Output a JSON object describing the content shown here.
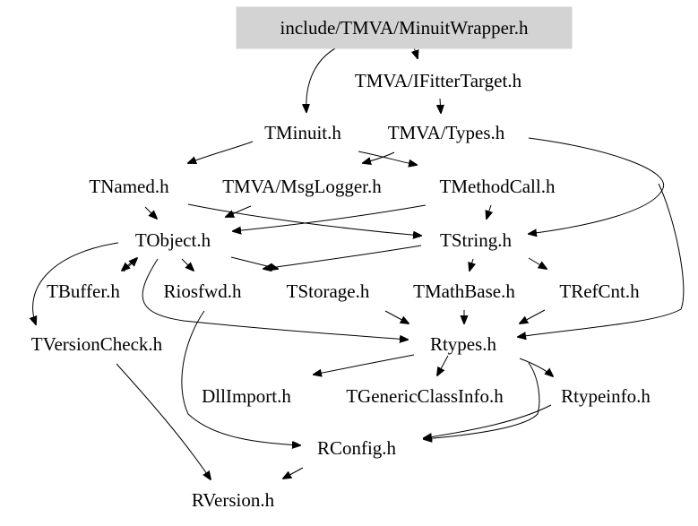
{
  "diagram": {
    "root": "include/TMVA/MinuitWrapper.h",
    "colors": {
      "root_fill": "#d3d3d3",
      "node_fill": "#ffffff",
      "stroke": "#000000",
      "text": "#000000"
    },
    "nodes": [
      {
        "id": "minuitwrapper",
        "label": "include/TMVA/MinuitWrapper.h"
      },
      {
        "id": "ifittertarget",
        "label": "TMVA/IFitterTarget.h"
      },
      {
        "id": "tminuit",
        "label": "TMinuit.h"
      },
      {
        "id": "types",
        "label": "TMVA/Types.h"
      },
      {
        "id": "tnamed",
        "label": "TNamed.h"
      },
      {
        "id": "msglogger",
        "label": "TMVA/MsgLogger.h"
      },
      {
        "id": "tmethodcall",
        "label": "TMethodCall.h"
      },
      {
        "id": "tobject",
        "label": "TObject.h"
      },
      {
        "id": "tstring",
        "label": "TString.h"
      },
      {
        "id": "tbuffer",
        "label": "TBuffer.h"
      },
      {
        "id": "riosfwd",
        "label": "Riosfwd.h"
      },
      {
        "id": "tstorage",
        "label": "TStorage.h"
      },
      {
        "id": "tmathbase",
        "label": "TMathBase.h"
      },
      {
        "id": "trefcnt",
        "label": "TRefCnt.h"
      },
      {
        "id": "tversioncheck",
        "label": "TVersionCheck.h"
      },
      {
        "id": "rtypes",
        "label": "Rtypes.h"
      },
      {
        "id": "dllimport",
        "label": "DllImport.h"
      },
      {
        "id": "tgenericclassinfo",
        "label": "TGenericClassInfo.h"
      },
      {
        "id": "rtypeinfo",
        "label": "Rtypeinfo.h"
      },
      {
        "id": "rconfig",
        "label": "RConfig.h"
      },
      {
        "id": "rversion",
        "label": "RVersion.h"
      }
    ],
    "edges": [
      {
        "from": "minuitwrapper",
        "to": "ifittertarget"
      },
      {
        "from": "minuitwrapper",
        "to": "tminuit"
      },
      {
        "from": "ifittertarget",
        "to": "types"
      },
      {
        "from": "tminuit",
        "to": "tnamed"
      },
      {
        "from": "tminuit",
        "to": "tmethodcall"
      },
      {
        "from": "types",
        "to": "msglogger"
      },
      {
        "from": "types",
        "to": "tstring"
      },
      {
        "from": "types",
        "to": "rtypes"
      },
      {
        "from": "tnamed",
        "to": "tobject"
      },
      {
        "from": "tnamed",
        "to": "tstring"
      },
      {
        "from": "msglogger",
        "to": "tobject"
      },
      {
        "from": "tmethodcall",
        "to": "tobject"
      },
      {
        "from": "tmethodcall",
        "to": "tstring"
      },
      {
        "from": "tobject",
        "to": "tbuffer"
      },
      {
        "from": "tobject",
        "to": "riosfwd"
      },
      {
        "from": "tobject",
        "to": "tstorage"
      },
      {
        "from": "tobject",
        "to": "tversioncheck"
      },
      {
        "from": "tobject",
        "to": "rtypes"
      },
      {
        "from": "tbuffer",
        "to": "tobject"
      },
      {
        "from": "tstring",
        "to": "tstorage"
      },
      {
        "from": "tstring",
        "to": "tmathbase"
      },
      {
        "from": "tstring",
        "to": "trefcnt"
      },
      {
        "from": "tstorage",
        "to": "rtypes"
      },
      {
        "from": "tmathbase",
        "to": "rtypes"
      },
      {
        "from": "trefcnt",
        "to": "rtypes"
      },
      {
        "from": "rtypes",
        "to": "dllimport"
      },
      {
        "from": "rtypes",
        "to": "tgenericclassinfo"
      },
      {
        "from": "rtypes",
        "to": "rtypeinfo"
      },
      {
        "from": "rtypes",
        "to": "rconfig"
      },
      {
        "from": "riosfwd",
        "to": "rconfig"
      },
      {
        "from": "rtypeinfo",
        "to": "rconfig"
      },
      {
        "from": "rconfig",
        "to": "rversion"
      },
      {
        "from": "tversioncheck",
        "to": "rversion"
      }
    ]
  }
}
